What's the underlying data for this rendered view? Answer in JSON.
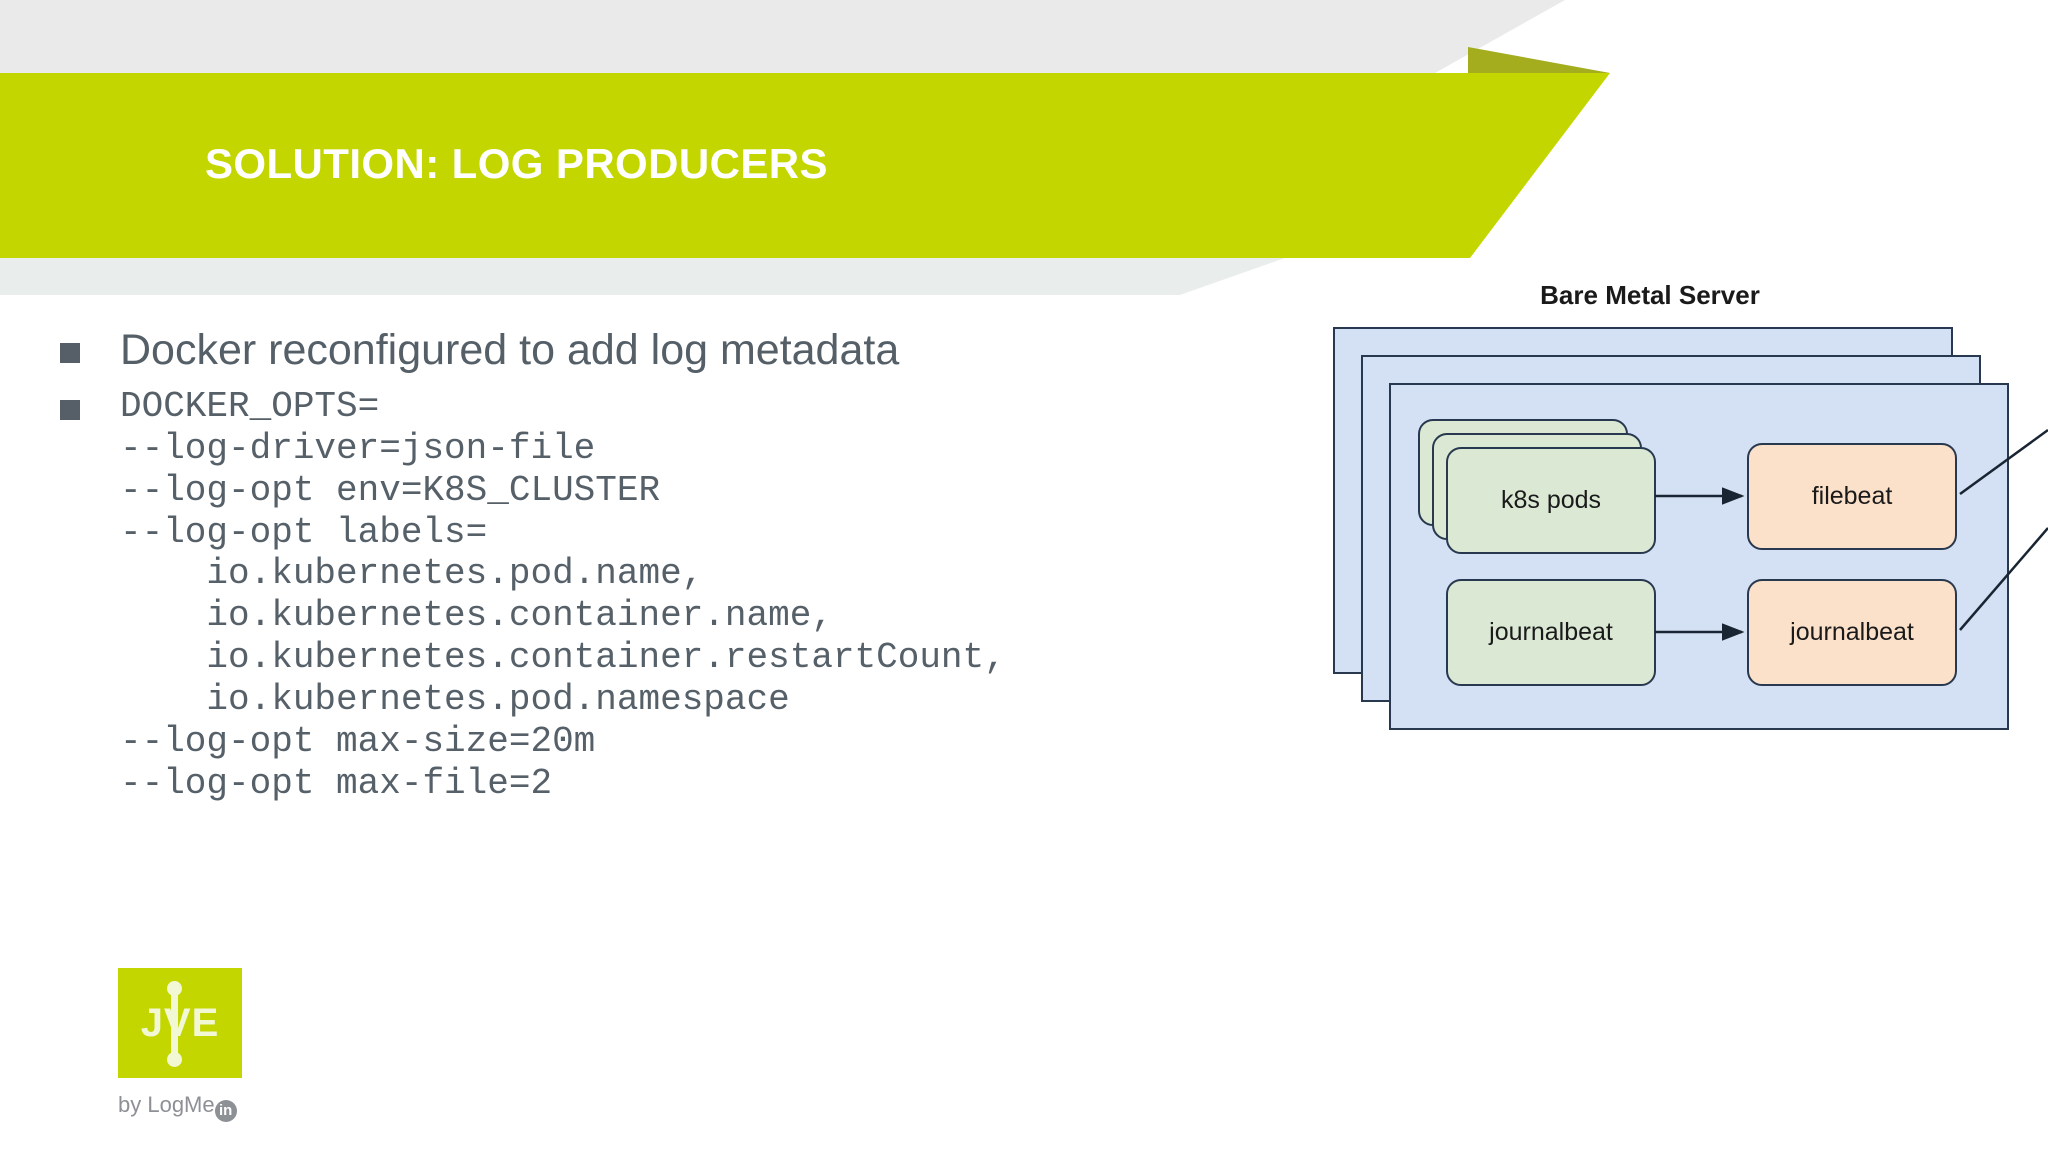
{
  "slide": {
    "title": "SOLUTION: LOG PRODUCERS",
    "colors": {
      "banner_green": "#c4d600",
      "banner_fold": "#a3ad1e",
      "header_gray": "#eaeaea",
      "strip_gray": "#e9edec",
      "body_text": "#555f67",
      "bullet_marker": "#565f67",
      "diagram_blue": "#d4e1f5",
      "diagram_green": "#dae8d4",
      "diagram_orange": "#fbe0ca",
      "diagram_border": "#28384f"
    }
  },
  "content": {
    "bullets": [
      {
        "style": "sans",
        "text": "Docker reconfigured to add log metadata"
      },
      {
        "style": "mono",
        "lines": [
          "DOCKER_OPTS=",
          "--log-driver=json-file",
          "--log-opt env=K8S_CLUSTER",
          "--log-opt labels=",
          "    io.kubernetes.pod.name,",
          "    io.kubernetes.container.name,",
          "    io.kubernetes.container.restartCount,",
          "    io.kubernetes.pod.namespace",
          "--log-opt max-size=20m",
          "--log-opt max-file=2"
        ]
      }
    ]
  },
  "diagram": {
    "title": "Bare Metal Server",
    "nodes": {
      "k8s_pods": "k8s pods",
      "filebeat": "filebeat",
      "journalbeat_source": "journalbeat",
      "journalbeat_target": "journalbeat"
    }
  },
  "logo": {
    "wordmark": "JVE",
    "byline_prefix": "by LogMe",
    "byline_badge": "in"
  }
}
